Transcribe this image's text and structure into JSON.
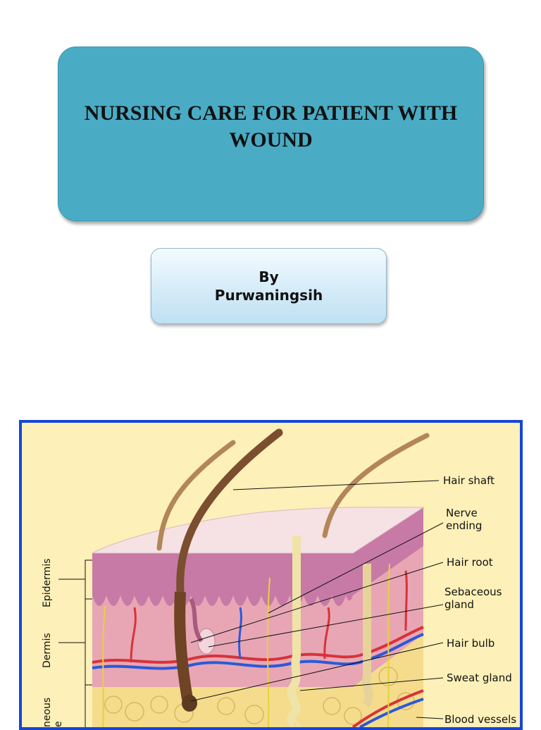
{
  "title": "NURSING CARE FOR PATIENT WITH WOUND",
  "author": {
    "by": "By",
    "name": "Purwaningsih"
  },
  "diagram": {
    "labels": {
      "hair_shaft": "Hair shaft",
      "nerve_ending_1": "Nerve",
      "nerve_ending_2": "ending",
      "hair_root": "Hair root",
      "sebaceous_gland_1": "Sebaceous",
      "sebaceous_gland_2": "gland",
      "hair_bulb": "Hair bulb",
      "sweat_gland": "Sweat gland",
      "blood_vessels": "Blood vessels"
    },
    "layers": {
      "epidermis": "Epidermis",
      "dermis": "Dermis",
      "subcutaneous_1": "neous",
      "subcutaneous_2": "e"
    }
  }
}
